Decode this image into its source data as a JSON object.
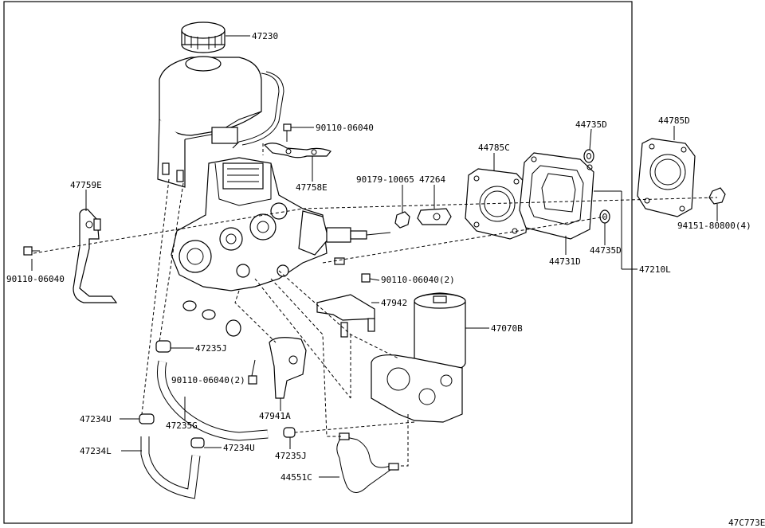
{
  "diagram_id": "47C773E",
  "labels": {
    "p47230": "47230",
    "p90110_06040_top": "90110-06040",
    "p47758E": "47758E",
    "p90179_10065": "90179-10065",
    "p47264": "47264",
    "p44785C": "44785C",
    "p44735D_top": "44735D",
    "p44785D": "44785D",
    "p47759E": "47759E",
    "p90110_06040_left": "90110-06040",
    "p94151": "94151-80800(4)",
    "p44735D_mid": "44735D",
    "p44731D": "44731D",
    "p47210L": "47210L",
    "p90110_06040_2a": "90110-06040(2)",
    "p47942": "47942",
    "p47070B": "47070B",
    "p47235J_top": "47235J",
    "p90110_06040_2b": "90110-06040(2)",
    "p47941A": "47941A",
    "p47234U_left": "47234U",
    "p47235G": "47235G",
    "p47234U_mid": "47234U",
    "p47234L": "47234L",
    "p47235J_bot": "47235J",
    "p44551C": "44551C"
  }
}
